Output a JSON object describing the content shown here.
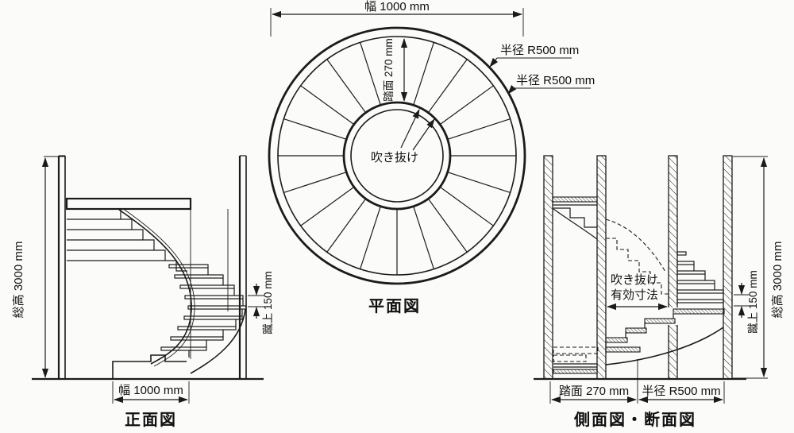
{
  "colors": {
    "line": "#1b1b1b",
    "background": "#fbfbf9"
  },
  "plan": {
    "caption": "平面図",
    "width_dim": "幅 1000 mm",
    "radius_label_top": "半径 R500 mm",
    "radius_label_bottom": "半径 R500 mm",
    "tread_dim": "踏面 270 mm",
    "void_label": "吹き抜け"
  },
  "front": {
    "caption": "正面図",
    "total_height_dim": "総高 3000 mm",
    "riser_dim": "蹴上 150 mm",
    "width_dim": "幅 1000 mm"
  },
  "side": {
    "caption": "側面図・断面図",
    "void_clear_line1": "吹き抜け",
    "void_clear_line2": "有効寸法",
    "tread_dim": "踏面 270 mm",
    "radius_dim": "半径 R500 mm",
    "riser_dim": "蹴上 150 mm",
    "total_height_dim": "総高 3000 mm"
  }
}
